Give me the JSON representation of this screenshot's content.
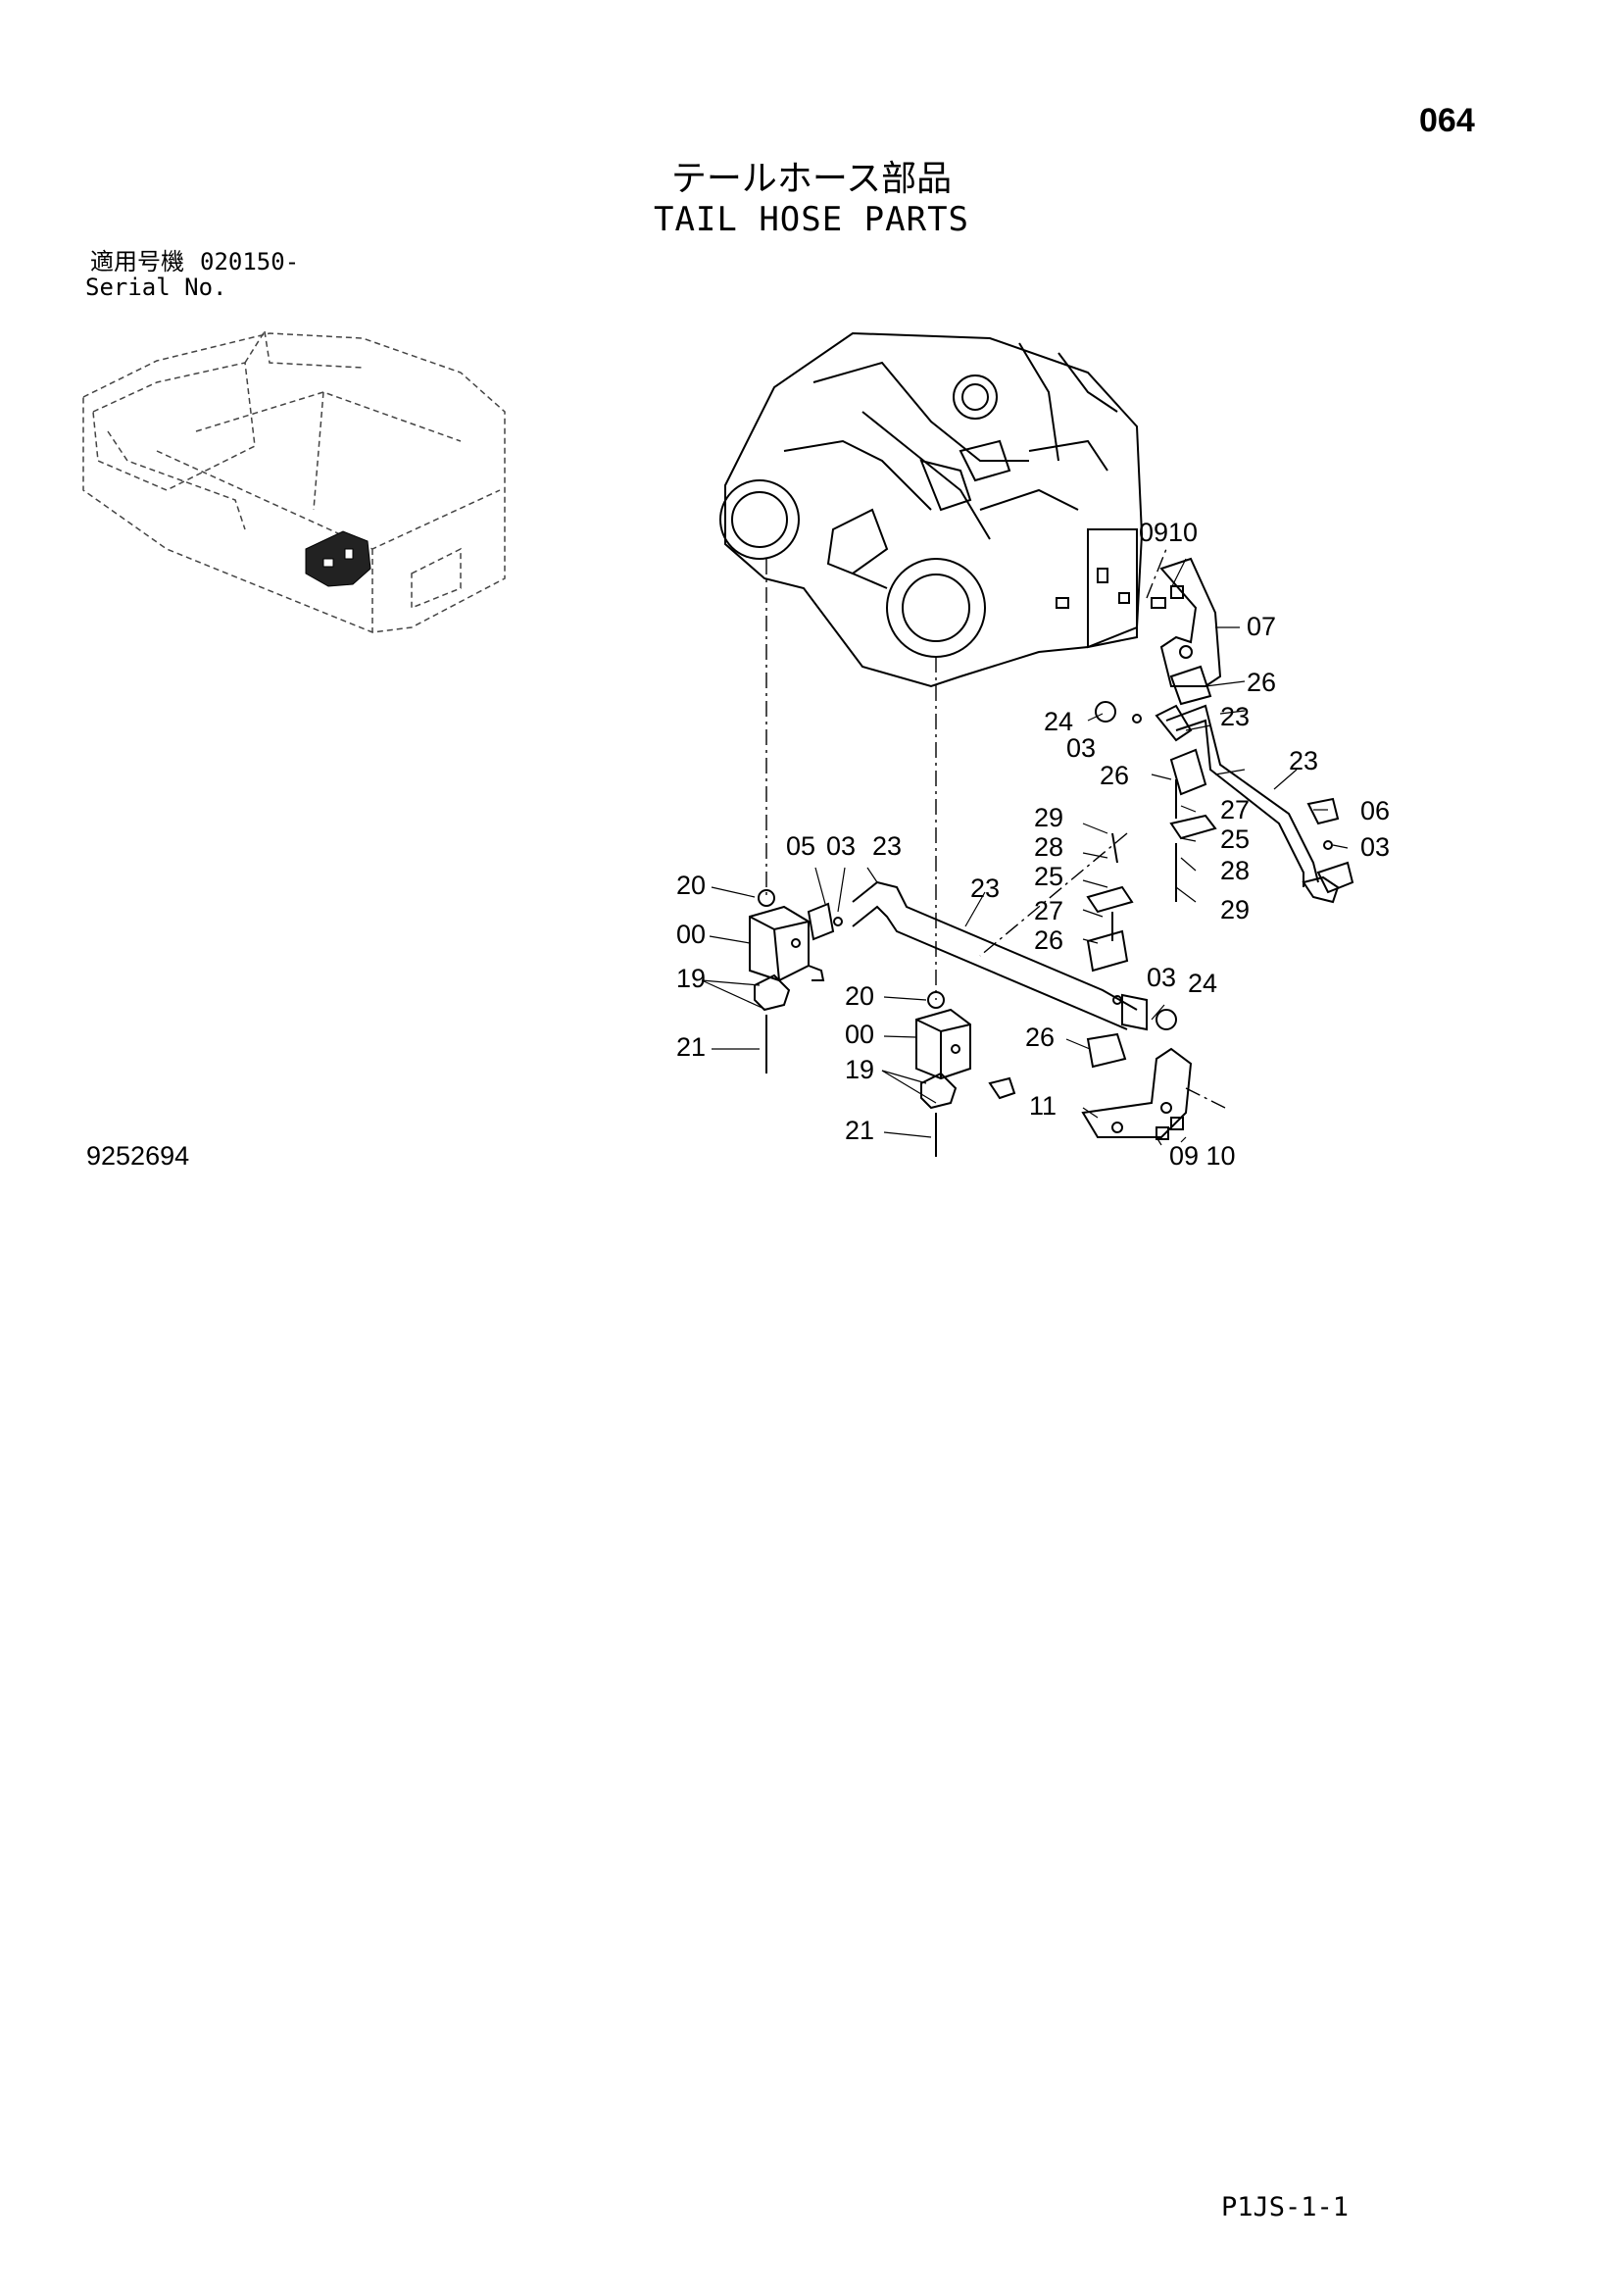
{
  "page_number": "064",
  "title_jp": "テールホース部品",
  "title_en": "TAIL HOSE PARTS",
  "serial": {
    "label_jp": "適用号機",
    "range": "020150-",
    "label_en": "Serial No."
  },
  "figure_number": "9252694",
  "page_code": "P1JS-1-1",
  "callouts": {
    "c0910a": "0910",
    "c07": "07",
    "c26a": "26",
    "c24a": "24",
    "c03a": "03",
    "c23a": "23",
    "c26b": "26",
    "c23b": "23",
    "c06": "06",
    "c03b": "03",
    "c27a": "27",
    "c25a": "25",
    "c28a": "28",
    "c29a": "29",
    "c29b": "29",
    "c28b": "28",
    "c25b": "25",
    "c27b": "27",
    "c26c": "26",
    "c05": "05",
    "c03c": "03",
    "c23c": "23",
    "c23d": "23",
    "c20a": "20",
    "c00a": "00",
    "c19a": "19",
    "c21a": "21",
    "c20b": "20",
    "c00b": "00",
    "c19b": "19",
    "c21b": "21",
    "c03d": "03",
    "c24b": "24",
    "c26d": "26",
    "c11": "11",
    "c0910b": "09 10"
  }
}
